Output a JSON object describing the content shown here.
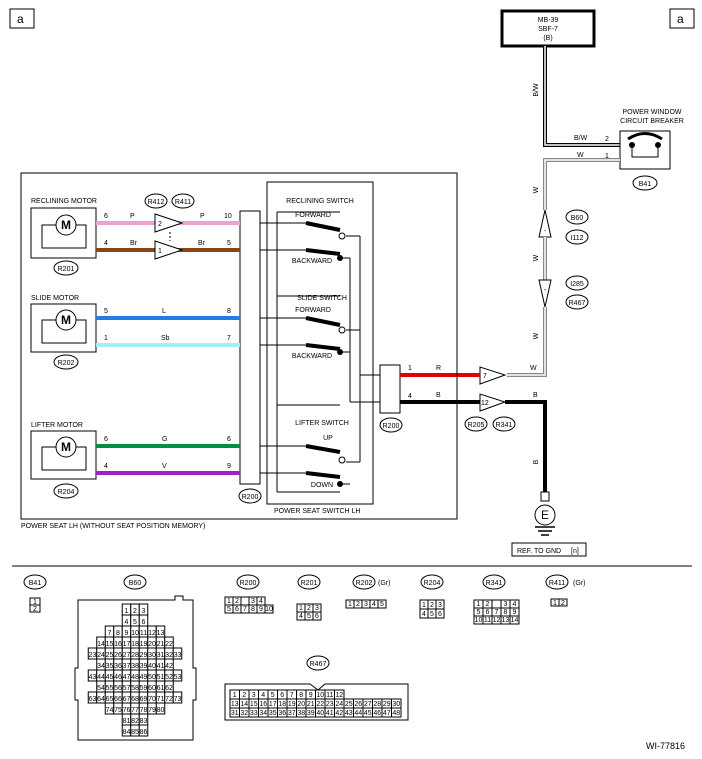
{
  "corner_marker_left": "a",
  "corner_marker_right": "a",
  "fuse": {
    "line1": "MB-39",
    "line2": "SBF-7",
    "line3": "(B)"
  },
  "circuit_breaker": {
    "title1": "POWER WINDOW",
    "title2": "CIRCUIT BREAKER",
    "id": "B41",
    "pin_top": "2",
    "pin_bottom": "1"
  },
  "wires": {
    "bw1": "B/W",
    "bw2": "B/W",
    "w1": "W",
    "w2": "W",
    "w3": "W",
    "w4": "W",
    "w5": "W",
    "r": "R",
    "b1": "B",
    "b2": "B"
  },
  "connectors": {
    "b60": "B60",
    "i112": "I112",
    "i285": "I285",
    "r467": "R467",
    "r205": "R205",
    "r341": "R341",
    "r200_right": "R200",
    "r200_bottom": "R200",
    "r412": "R412",
    "r411": "R411"
  },
  "pins": {
    "pin7_right": "7",
    "pin12_right": "12",
    "pin2_left": "2",
    "pin1_left": "1",
    "pin1_r200": "1",
    "pin4_r200": "4"
  },
  "motors": [
    {
      "title": "RECLINING MOTOR",
      "id": "R201",
      "m": "M",
      "wire_a": {
        "pin": "6",
        "color": "P",
        "dest_pin": "10"
      },
      "wire_b": {
        "pin": "4",
        "color": "Br",
        "dest_pin": "5"
      },
      "wire_a_color2": "P",
      "wire_b_color2": "Br"
    },
    {
      "title": "SLIDE MOTOR",
      "id": "R202",
      "m": "M",
      "wire_a": {
        "pin": "5",
        "color": "L",
        "dest_pin": "8"
      },
      "wire_b": {
        "pin": "1",
        "color": "Sb",
        "dest_pin": "7"
      }
    },
    {
      "title": "LIFTER MOTOR",
      "id": "R204",
      "m": "M",
      "wire_a": {
        "pin": "6",
        "color": "G",
        "dest_pin": "6"
      },
      "wire_b": {
        "pin": "4",
        "color": "V",
        "dest_pin": "9"
      }
    }
  ],
  "switch_block": {
    "title": "POWER SEAT SWITCH LH",
    "reclining": {
      "title": "RECLINING SWITCH",
      "forward": "FORWARD",
      "backward": "BACKWARD"
    },
    "slide": {
      "title": "SLIDE SWITCH",
      "forward": "FORWARD",
      "backward": "BACKWARD"
    },
    "lifter": {
      "title": "LIFTER SWITCH",
      "up": "UP",
      "down": "DOWN"
    }
  },
  "outer_caption": "POWER SEAT LH (WITHOUT SEAT POSITION MEMORY)",
  "ground": {
    "symbol": "E",
    "ref": "REF. TO GND",
    "ref_code": "[n]"
  },
  "connector_faces": {
    "b41": {
      "label": "B41",
      "pins": [
        "1",
        "2"
      ]
    },
    "b60": {
      "label": "B60",
      "rows": [
        [
          "1",
          "2",
          "3"
        ],
        [
          "4",
          "5",
          "6"
        ],
        [
          "7",
          "8",
          "9",
          "10",
          "11",
          "12",
          "13"
        ],
        [
          "14",
          "15",
          "16",
          "17",
          "18",
          "19",
          "20",
          "21",
          "22"
        ],
        [
          "23",
          "24",
          "25",
          "26",
          "27",
          "28",
          "29",
          "30",
          "31",
          "32",
          "33"
        ],
        [
          "34",
          "35",
          "36",
          "37",
          "38",
          "39",
          "40",
          "41",
          "42"
        ],
        [
          "43",
          "44",
          "45",
          "46",
          "47",
          "48",
          "49",
          "50",
          "51",
          "52",
          "53"
        ],
        [
          "54",
          "55",
          "56",
          "57",
          "58",
          "59",
          "60",
          "61",
          "62"
        ],
        [
          "63",
          "64",
          "65",
          "66",
          "67",
          "68",
          "69",
          "70",
          "71",
          "72",
          "73"
        ],
        [
          "74",
          "75",
          "76",
          "77",
          "78",
          "79",
          "80"
        ],
        [
          "81",
          "82",
          "83"
        ],
        [
          "84",
          "85",
          "86"
        ]
      ]
    },
    "r200": {
      "label": "R200",
      "rows": [
        [
          "1",
          "2",
          "",
          "3",
          "4"
        ],
        [
          "5",
          "6",
          "7",
          "8",
          "9",
          "10"
        ]
      ]
    },
    "r201": {
      "label": "R201",
      "rows": [
        [
          "1",
          "2",
          "3"
        ],
        [
          "4",
          "5",
          "6"
        ]
      ]
    },
    "r202": {
      "label": "R202",
      "suffix": "(Gr)",
      "rows": [
        [
          "1",
          "2",
          "3",
          "4",
          "5"
        ]
      ]
    },
    "r204": {
      "label": "R204",
      "rows": [
        [
          "1",
          "2",
          "3"
        ],
        [
          "4",
          "5",
          "6"
        ]
      ]
    },
    "r341": {
      "label": "R341",
      "rows": [
        [
          "1",
          "2",
          "",
          "3",
          "4"
        ],
        [
          "5",
          "6",
          "7",
          "8",
          "9"
        ],
        [
          "10",
          "11",
          "12",
          "13",
          "14"
        ]
      ]
    },
    "r411": {
      "label": "R411",
      "suffix": "(Gr)",
      "pins": [
        "1",
        "2"
      ]
    },
    "r467": {
      "label": "R467",
      "rows": [
        [
          "1",
          "2",
          "3",
          "4",
          "5",
          "6",
          "7",
          "8",
          "9",
          "10",
          "11",
          "12"
        ],
        [
          "13",
          "14",
          "15",
          "16",
          "17",
          "18",
          "19",
          "20",
          "21",
          "22",
          "23",
          "24",
          "25",
          "26",
          "27",
          "28",
          "29",
          "30"
        ],
        [
          "31",
          "32",
          "33",
          "34",
          "35",
          "36",
          "37",
          "38",
          "39",
          "40",
          "41",
          "42",
          "43",
          "44",
          "45",
          "46",
          "47",
          "48"
        ]
      ]
    }
  },
  "figure_id": "WI-77816"
}
